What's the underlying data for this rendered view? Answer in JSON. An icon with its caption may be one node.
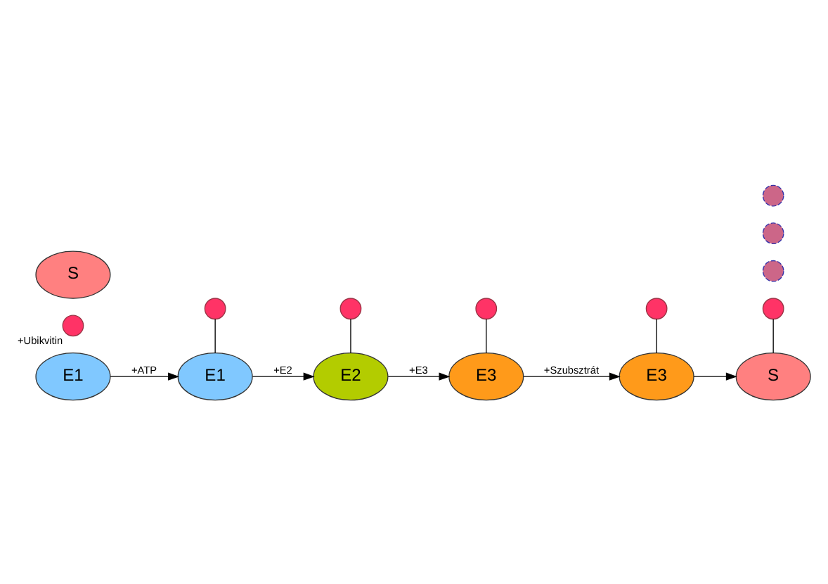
{
  "diagram": {
    "nodes": [
      {
        "text": [
          "E1"
        ]
      },
      {
        "text": [],
        "shape": "circle",
        "beside": [
          "+Ubikvitin"
        ]
      },
      {
        "text": [],
        "shape": "circle"
      },
      {
        "text": [
          "E1"
        ]
      },
      {
        "text": [],
        "shape": "circle"
      },
      {
        "text": [
          "E2"
        ]
      },
      {
        "text": [],
        "shape": "circle"
      },
      {
        "text": [
          "E3"
        ]
      },
      {
        "text": [],
        "shape": "circle"
      },
      {
        "text": [
          "S"
        ]
      },
      {
        "text": [
          "E3"
        ]
      },
      {
        "text": [],
        "shape": "circle"
      },
      {
        "text": [],
        "shape": "circle"
      },
      {
        "text": [],
        "shape": "circle"
      },
      {
        "text": [],
        "shape": "circle"
      },
      {
        "text": [
          "S"
        ]
      }
    ],
    "edges": [
      {
        "from": 0,
        "to": 3,
        "arrow": "to",
        "label": "+ATP"
      },
      {
        "from": 2,
        "to": 3,
        "arrow": "none"
      },
      {
        "from": 3,
        "to": 5,
        "arrow": "to",
        "label": "+E2"
      },
      {
        "from": 4,
        "to": 5,
        "arrow": "none"
      },
      {
        "from": 5,
        "to": 7,
        "arrow": "to",
        "label": "+E3"
      },
      {
        "from": 6,
        "to": 7,
        "arrow": "none"
      },
      {
        "from": 7,
        "to": 10,
        "arrow": "to",
        "label": "+Szubsztrát"
      },
      {
        "from": 8,
        "to": 10,
        "arrow": "none"
      },
      {
        "from": 10,
        "to": 15,
        "arrow": "to"
      },
      {
        "from": 14,
        "to": 15,
        "arrow": "none"
      }
    ]
  }
}
